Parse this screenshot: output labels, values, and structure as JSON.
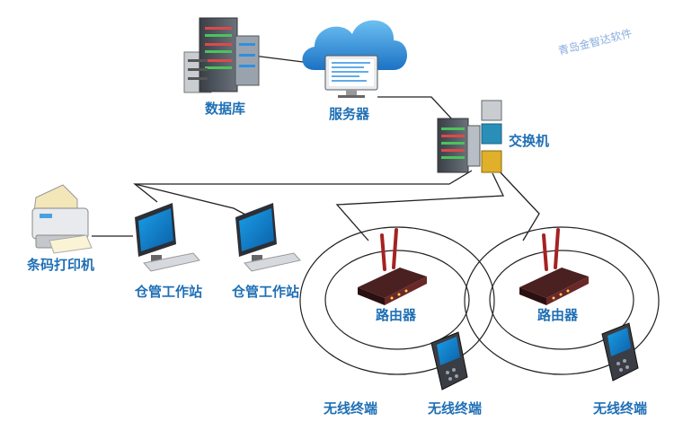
{
  "watermark": "青岛金智达软件",
  "nodes": {
    "database": "数据库",
    "server": "服务器",
    "switch": "交换机",
    "printer": "条码打印机",
    "workstation_1": "仓管工作站",
    "workstation_2": "仓管工作站",
    "router_1": "路由器",
    "router_2": "路由器",
    "terminal_1": "无线终端",
    "terminal_2": "无线终端",
    "terminal_3": "无线终端"
  },
  "icons": [
    "database-server-rack-icon",
    "cloud-icon",
    "monitor-icon",
    "network-switch-icon",
    "barcode-printer-icon",
    "desktop-computer-icon",
    "wireless-router-icon",
    "handheld-terminal-icon"
  ],
  "colors": {
    "label": "#1f6fb5",
    "watermark": "#8aaee0",
    "cloud": "#2e8fd8",
    "router": "#5a1f1f"
  }
}
